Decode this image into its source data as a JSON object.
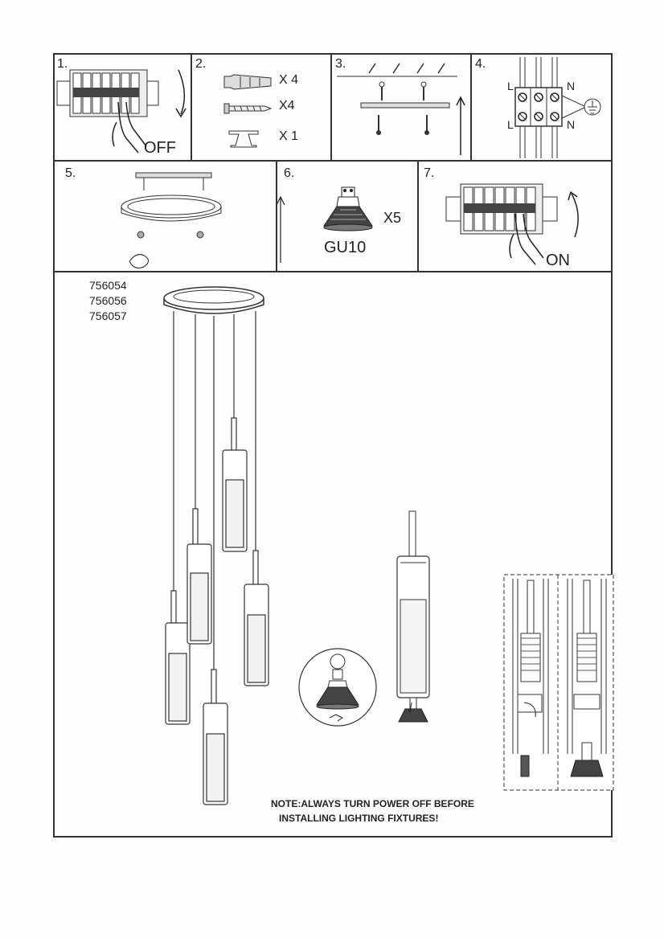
{
  "steps": [
    {
      "number": "1.",
      "caption": "OFF"
    },
    {
      "number": "2.",
      "qty_anchor": "X 4",
      "qty_screw": "X4",
      "qty_bracket": "X 1"
    },
    {
      "number": "3."
    },
    {
      "number": "4.",
      "terminals": {
        "live_top": "L",
        "neutral_top": "N",
        "live_bottom": "L",
        "neutral_bottom": "N"
      }
    },
    {
      "number": "5."
    },
    {
      "number": "6.",
      "bulb_type": "GU10",
      "qty": "X5"
    },
    {
      "number": "7.",
      "caption": "ON"
    }
  ],
  "models": [
    "756054",
    "756056",
    "756057"
  ],
  "note": [
    "NOTE:ALWAYS TURN POWER OFF BEFORE",
    "INSTALLING LIGHTING FIXTURES!"
  ],
  "icons": [
    "breaker-panel-icon",
    "hand-icon",
    "wall-anchor-icon",
    "screw-icon",
    "mounting-bracket-icon",
    "terminal-block-icon",
    "ground-symbol-icon",
    "canopy-ring-icon",
    "gu10-bulb-icon",
    "pendant-fixture-icon",
    "bulb-detail-icon"
  ]
}
